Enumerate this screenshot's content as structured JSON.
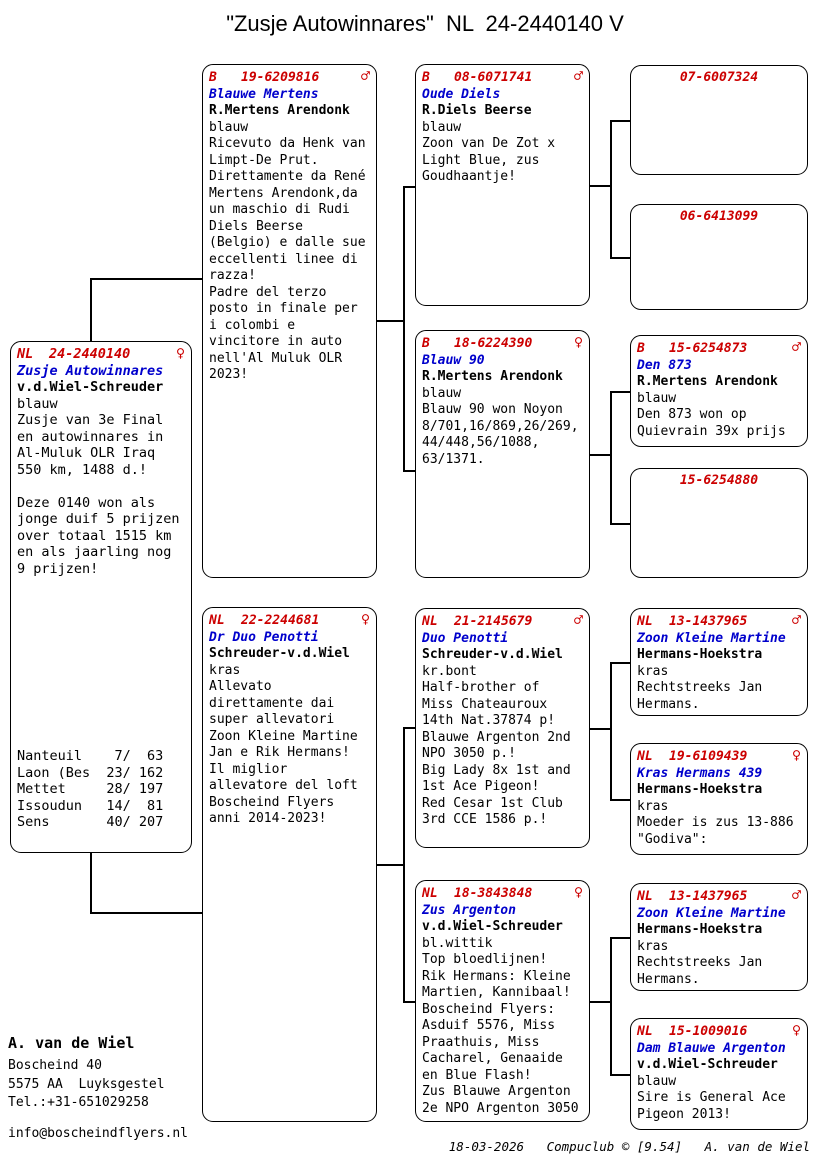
{
  "title": "\"Zusje Autowinnares\"  NL  24-2440140 V",
  "colors": {
    "ring_red": "#cc0000",
    "name_blue": "#0000cc",
    "line_black": "#000000"
  },
  "subject": {
    "code": "NL",
    "ring": "24-2440140",
    "sex": "♀",
    "name": "Zusje Autowinnares",
    "breeder": "v.d.Wiel-Schreuder",
    "body": "blauw\nZusje van 3e Final\nen autowinnares in\nAl-Muluk OLR Iraq\n550 km, 1488 d.!\n\nDeze 0140 won als\njonge duif 5 prijzen\nover totaal 1515 km\nen als jaarling nog\n9 prijzen!",
    "results": "Nanteuil    7/  63\nLaon (Bes  23/ 162\nMettet     28/ 197\nIssoudun   14/  81\nSens       40/ 207"
  },
  "gen2": [
    {
      "code": "B",
      "ring": "19-6209816",
      "sex": "♂",
      "name": "Blauwe Mertens",
      "breeder": "R.Mertens Arendonk",
      "body": "blauw\nRicevuto da Henk van\nLimpt-De Prut.\nDirettamente da René\nMertens Arendonk,da\nun maschio di Rudi\nDiels Beerse\n(Belgio) e dalle sue\neccellenti linee di\nrazza!\nPadre del terzo\nposto in finale per\ni colombi e\nvincitore in auto\nnell'Al Muluk OLR\n2023!"
    },
    {
      "code": "NL",
      "ring": "22-2244681",
      "sex": "♀",
      "name": "Dr Duo Penotti",
      "breeder": "Schreuder-v.d.Wiel",
      "body": "kras\nAllevato\ndirettamente dai\nsuper allevatori\nZoon Kleine Martine\nJan e Rik Hermans!\nIl miglior\nallevatore del loft\nBoscheind Flyers\nanni 2014-2023!"
    }
  ],
  "gen3": [
    {
      "code": "B",
      "ring": "08-6071741",
      "sex": "♂",
      "name": "Oude Diels",
      "breeder": "R.Diels Beerse",
      "body": "blauw\nZoon van De Zot x\nLight Blue, zus\nGoudhaantje!"
    },
    {
      "code": "B",
      "ring": "18-6224390",
      "sex": "♀",
      "name": "Blauw 90",
      "breeder": "R.Mertens Arendonk",
      "body": "blauw\nBlauw 90 won Noyon\n8/701,16/869,26/269,\n44/448,56/1088,\n63/1371."
    },
    {
      "code": "NL",
      "ring": "21-2145679",
      "sex": "♂",
      "name": "Duo Penotti",
      "breeder": "Schreuder-v.d.Wiel",
      "body": "kr.bont\nHalf-brother of\nMiss Chateauroux\n14th Nat.37874 p!\nBlauwe Argenton 2nd\nNPO 3050 p.!\nBig Lady 8x 1st and\n1st Ace Pigeon!\nRed Cesar 1st Club\n3rd CCE 1586 p.!"
    },
    {
      "code": "NL",
      "ring": "18-3843848",
      "sex": "♀",
      "name": "Zus Argenton",
      "breeder": "v.d.Wiel-Schreuder",
      "body": "bl.wittik\nTop bloedlijnen!\nRik Hermans: Kleine\nMartien, Kannibaal!\nBoscheind Flyers:\nAsduif 5576, Miss\nPraathuis, Miss\nCacharel, Genaaide\nen Blue Flash!\nZus Blauwe Argenton\n2e NPO Argenton 3050"
    }
  ],
  "gen4": [
    {
      "ring": "07-6007324"
    },
    {
      "ring": "06-6413099"
    },
    {
      "code": "B",
      "ring": "15-6254873",
      "sex": "♂",
      "name": "Den 873",
      "breeder": "R.Mertens Arendonk",
      "body": "blauw\nDen 873 won op\nQuievrain 39x prijs"
    },
    {
      "ring": "15-6254880"
    },
    {
      "code": "NL",
      "ring": "13-1437965",
      "sex": "♂",
      "name": "Zoon Kleine Martine",
      "breeder": "Hermans-Hoekstra",
      "body": "kras\nRechtstreeks Jan\nHermans."
    },
    {
      "code": "NL",
      "ring": "19-6109439",
      "sex": "♀",
      "name": "Kras Hermans 439",
      "breeder": "Hermans-Hoekstra",
      "body": "kras\nMoeder is zus 13-886\n\"Godiva\":"
    },
    {
      "code": "NL",
      "ring": "13-1437965",
      "sex": "♂",
      "name": "Zoon Kleine Martine",
      "breeder": "Hermans-Hoekstra",
      "body": "kras\nRechtstreeks Jan\nHermans."
    },
    {
      "code": "NL",
      "ring": "15-1009016",
      "sex": "♀",
      "name": "Dam Blauwe Argenton",
      "breeder": "v.d.Wiel-Schreuder",
      "body": "blauw\nSire is General Ace\nPigeon 2013!"
    }
  ],
  "contact": {
    "name": "A. van de Wiel",
    "street": "Boscheind 40",
    "city": "5575 AA  Luyksgestel",
    "phone": "Tel.:+31-651029258",
    "email": "info@boscheindflyers.nl"
  },
  "footer": "18-03-2026   Compuclub © [9.54]   A. van de Wiel"
}
